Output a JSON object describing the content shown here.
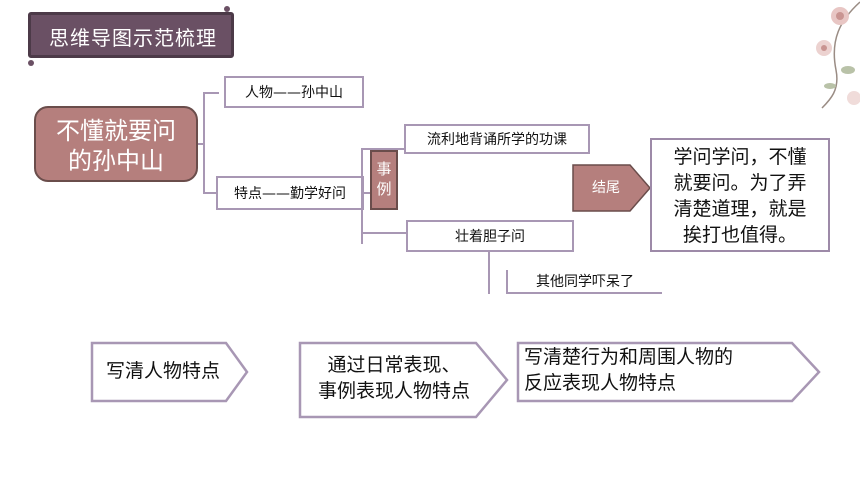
{
  "title": "思维导图示范梳理",
  "main_node": {
    "line1": "不懂就要问",
    "line2": "的孙中山"
  },
  "branch_person": "人物——孙中山",
  "branch_trait": "特点——勤学好问",
  "example_tag": {
    "char1": "事",
    "char2": "例"
  },
  "example1": "流利地背诵所学的功课",
  "example2": "壮着胆子问",
  "example2_sub": "其他同学吓呆了",
  "ending_label": "结尾",
  "ending_text": {
    "line1": "学问学问，不懂",
    "line2": "就要问。为了弄",
    "line3": "清楚道理，就是",
    "line4": "挨打也值得。"
  },
  "steps": [
    {
      "line1": "写清人物特点",
      "line2": ""
    },
    {
      "line1": "通过日常表现、",
      "line2": "事例表现人物特点"
    },
    {
      "line1": "写清楚行为和周围人物的",
      "line2": "反应表现人物特点"
    }
  ],
  "colors": {
    "title_bg": "#6a5064",
    "node_fill": "#b57f7d",
    "outline": "#a897b4"
  }
}
